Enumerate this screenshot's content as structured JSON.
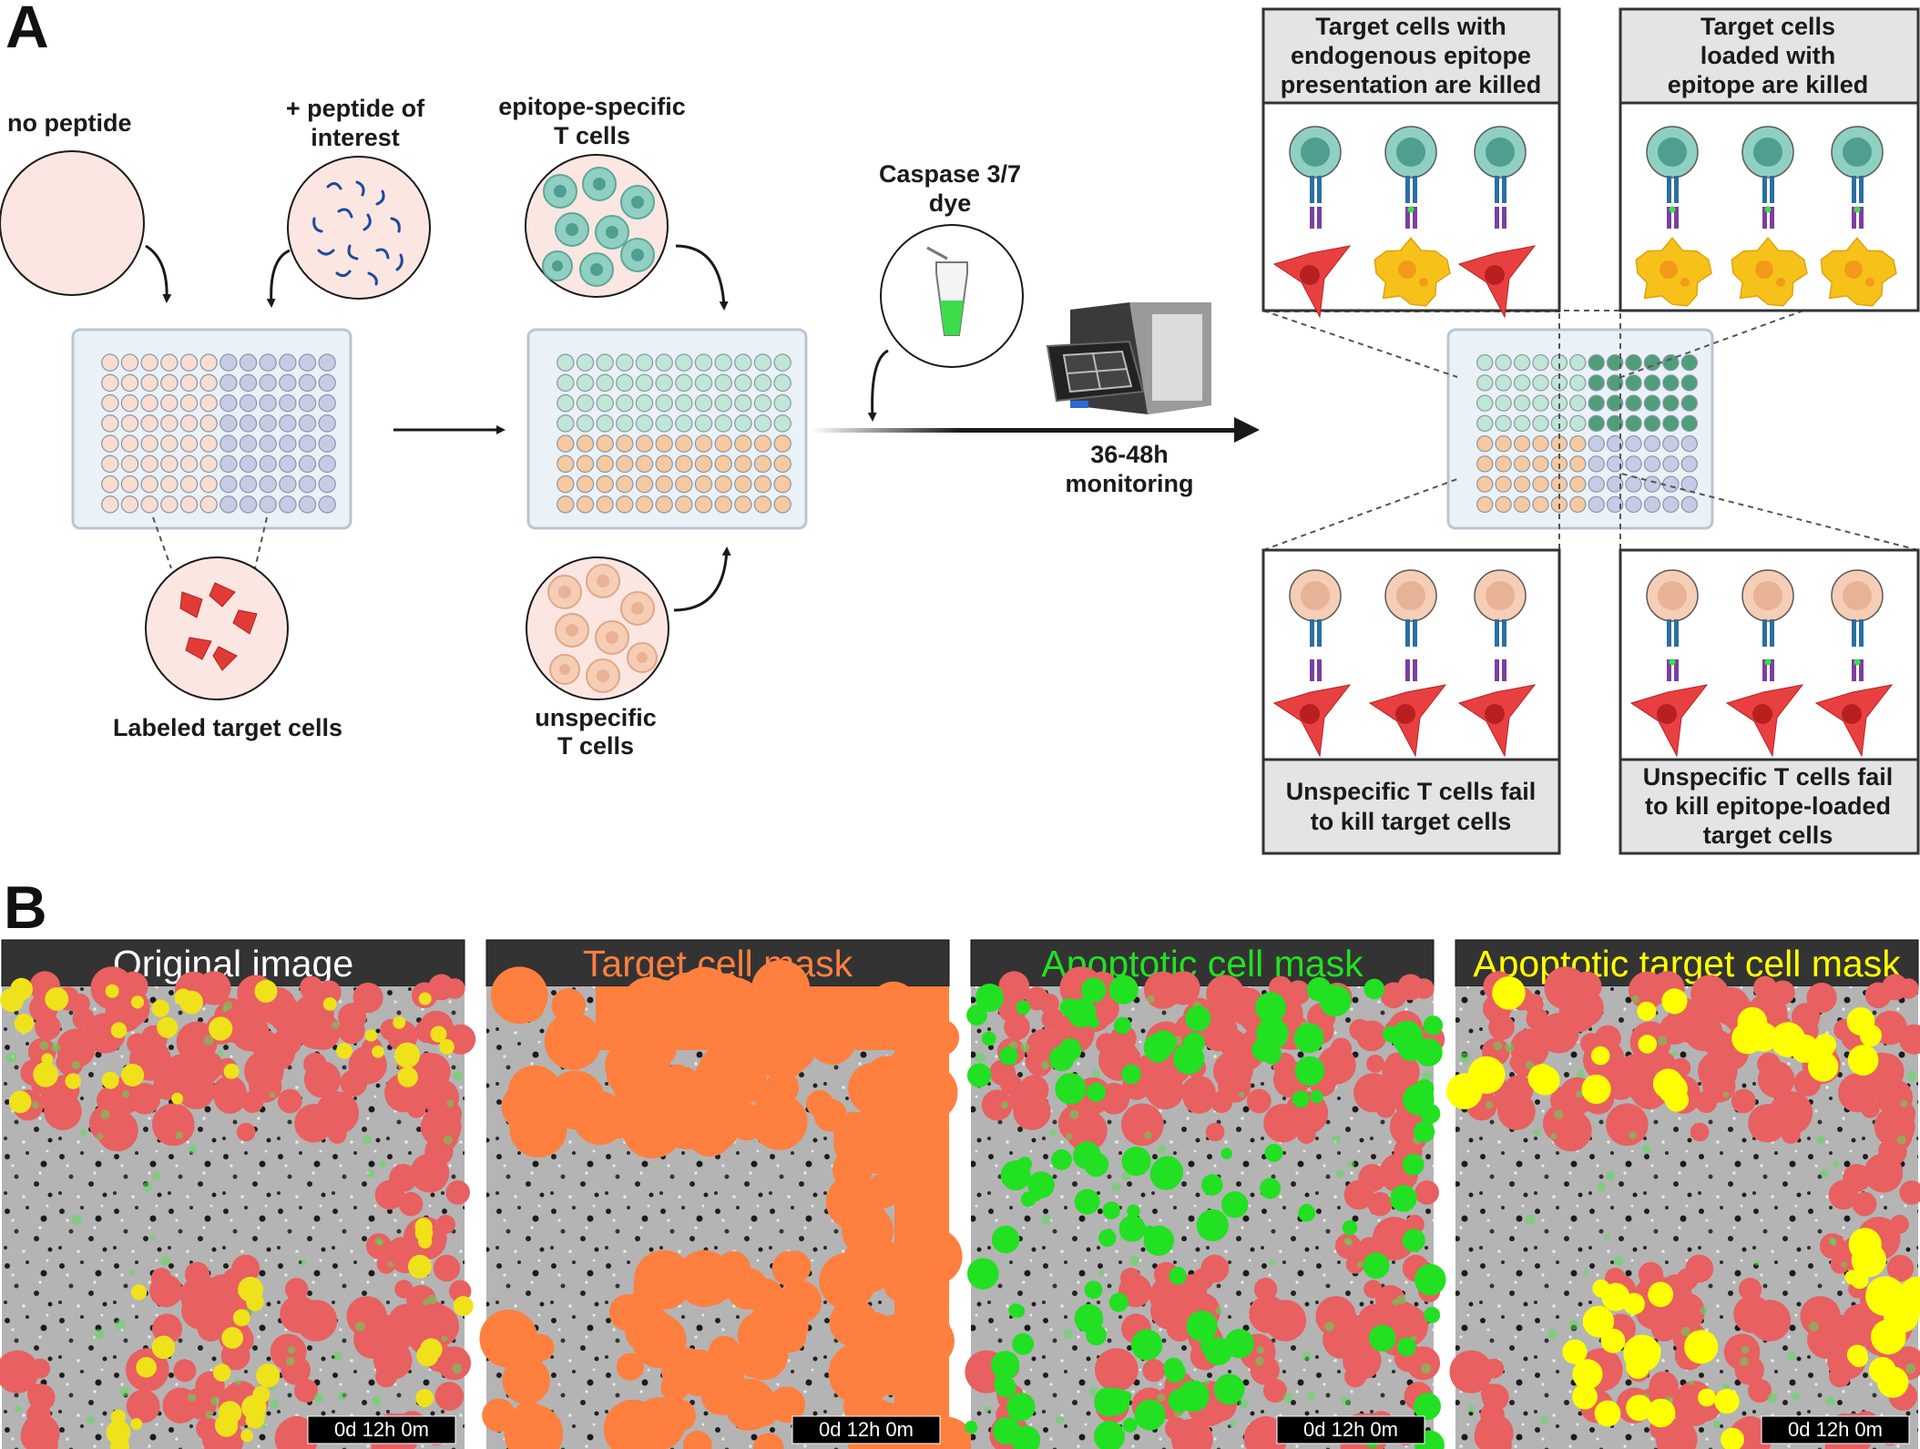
{
  "panel_a": {
    "letter": "A",
    "no_peptide": "no peptide",
    "peptide_of_interest": [
      "+ peptide of",
      "interest"
    ],
    "labeled_target_cells": "Labeled target cells",
    "epitope_specific": [
      "epitope-specific",
      "T cells"
    ],
    "unspecific": [
      "unspecific",
      "T cells"
    ],
    "caspase": [
      "Caspase 3/7",
      "dye"
    ],
    "monitoring": [
      "36-48h",
      "monitoring"
    ],
    "box_top_left": [
      "Target cells with",
      "endogenous epitope",
      "presentation are killed"
    ],
    "box_top_right": [
      "Target cells",
      "loaded with",
      "epitope are killed"
    ],
    "box_bottom_left": [
      "Unspecific T cells fail",
      "to kill target cells"
    ],
    "box_bottom_right": [
      "Unspecific T cells fail",
      "to kill epitope-loaded",
      "target cells"
    ]
  },
  "panel_b": {
    "letter": "B",
    "panels": [
      {
        "title": "Original image",
        "title_color": "#ffffff",
        "timestamp": "0d 12h 0m"
      },
      {
        "title": "Target cell mask",
        "title_color": "#ff7f3f",
        "timestamp": "0d 12h 0m"
      },
      {
        "title": "Apoptotic cell mask",
        "title_color": "#22e022",
        "timestamp": "0d 12h 0m"
      },
      {
        "title": "Apoptotic target cell mask",
        "title_color": "#ffff00",
        "timestamp": "0d 12h 0m"
      }
    ]
  },
  "colors": {
    "target_cell": "#e84040",
    "apoptotic_target": "#f6c21a",
    "specific_tcell": "#8fd0c3",
    "unspecific_tcell": "#f6cdb5",
    "plate_peach": "#f8ddd0",
    "plate_lavender": "#c8cbe6",
    "plate_green": "#bfe6d6",
    "plate_dark_green": "#4f9e7a",
    "plate_orange": "#f6c9a0",
    "orange_mask": "#ff7f3f",
    "green_mask": "#22e022",
    "yellow_mask": "#ffff00"
  }
}
